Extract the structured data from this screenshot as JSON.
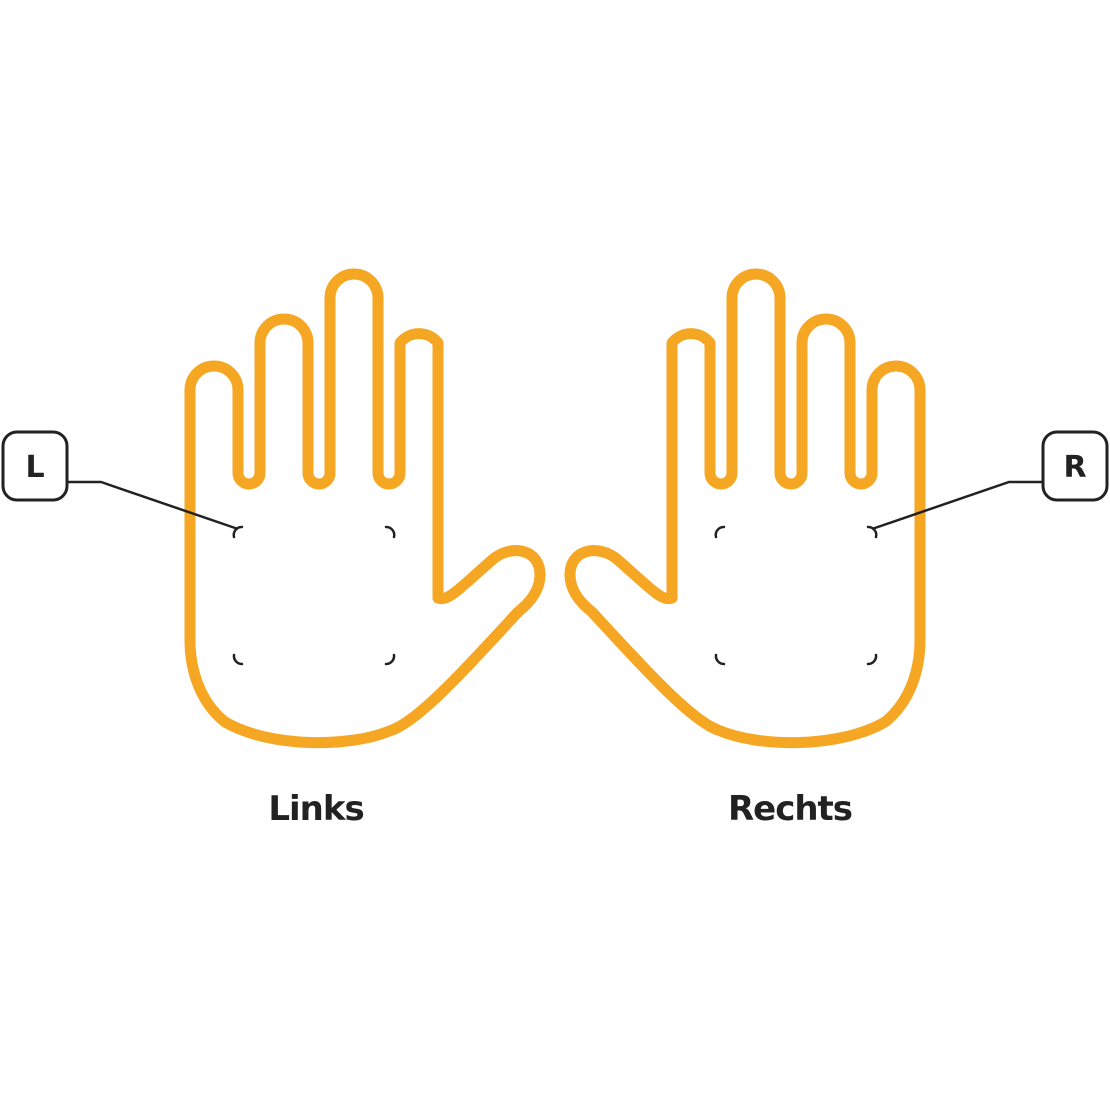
{
  "left_hand": {
    "badge_letter": "L",
    "caption": "Links"
  },
  "right_hand": {
    "badge_letter": "R",
    "caption": "Rechts"
  },
  "colors": {
    "outline": "#F5A623",
    "ink": "#222222",
    "background": "#FFFFFF"
  }
}
